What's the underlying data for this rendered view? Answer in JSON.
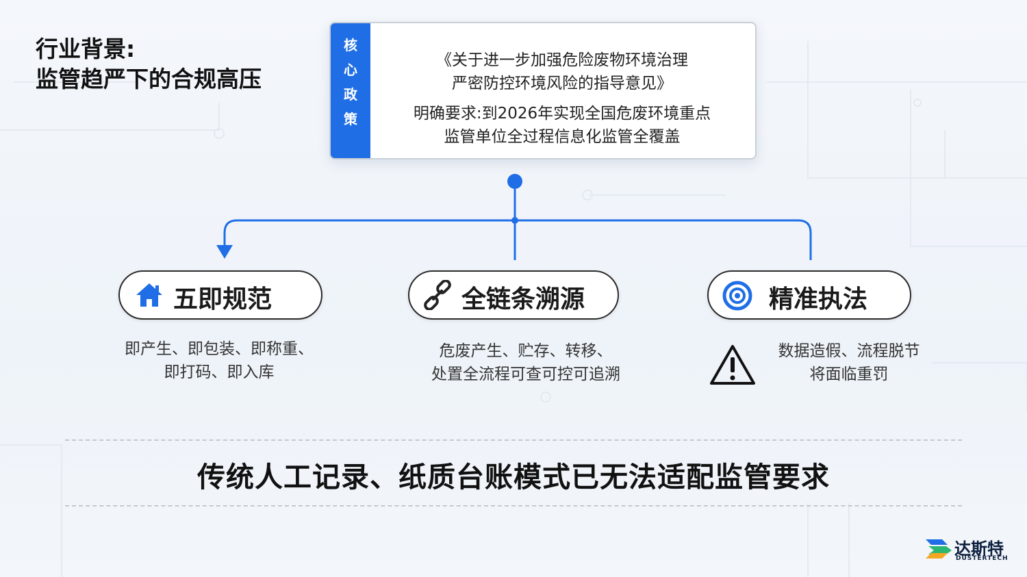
{
  "heading": {
    "line1": "行业背景:",
    "line2": "监管趋严下的合规高压"
  },
  "policy": {
    "tab_chars": [
      "核",
      "心",
      "政",
      "策"
    ],
    "lines": [
      "《关于进一步加强危险废物环境治理",
      "严密防控环境风险的指导意见》",
      "明确要求:到2026年实现全国危废环境重点",
      "监管单位全过程信息化监管全覆盖"
    ]
  },
  "branches": [
    {
      "icon": "house-icon",
      "title": "五即规范",
      "desc": [
        "即产生、即包装、即称重、",
        "即打码、即入库"
      ]
    },
    {
      "icon": "chain-link-icon",
      "title": "全链条溯源",
      "desc": [
        "危废产生、贮存、转移、",
        "处置全流程可查可控可追溯"
      ]
    },
    {
      "icon": "target-icon",
      "title": "精准执法",
      "desc": [
        "数据造假、流程脱节",
        "将面临重罚"
      ],
      "extra_icon": "warning-triangle-icon"
    }
  ],
  "conclusion": "传统人工记录、纸质台账模式已无法适配监管要求",
  "logo": {
    "cn": "达斯特",
    "en": "DUSTERTECH"
  },
  "colors": {
    "accent": "#1f6ee6",
    "text": "#111111",
    "connector": "#1f6ee6"
  }
}
